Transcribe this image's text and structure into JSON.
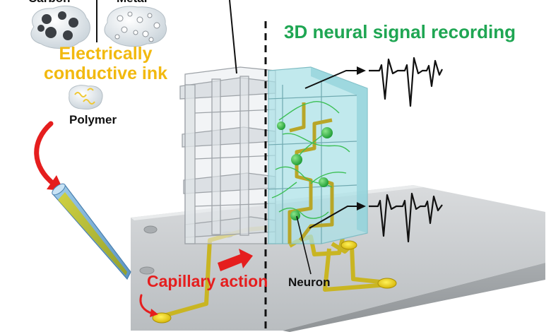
{
  "labels": {
    "carbon": "Carbon",
    "metal": "Metal",
    "ink_line1": "Electrically",
    "ink_line2": "conductive ink",
    "polymer": "Polymer",
    "title": "3D neural signal recording",
    "capillary": "Capillary action",
    "neuron": "Neuron"
  },
  "colors": {
    "ink_text": "#f2b90f",
    "title_text": "#1fa653",
    "capillary_text": "#e51e1e",
    "electrode": "#d6c21e",
    "neuron": "#2fb84a",
    "hydrogel": "#9fdfe6",
    "arrow_red": "#e51e1e"
  }
}
